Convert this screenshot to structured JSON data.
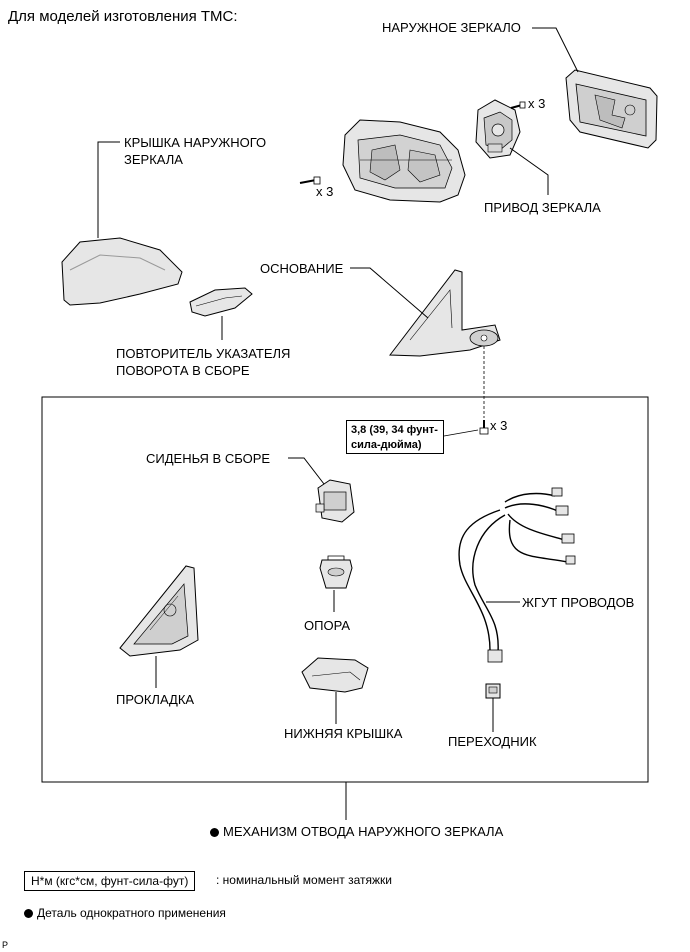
{
  "title": "Для моделей изготовления TMC:",
  "parts": {
    "outer_mirror": "НАРУЖНОЕ ЗЕРКАЛО",
    "mirror_cover_line1": "КРЫШКА НАРУЖНОГО",
    "mirror_cover_line2": "ЗЕРКАЛА",
    "mirror_actuator": "ПРИВОД ЗЕРКАЛА",
    "base": "ОСНОВАНИЕ",
    "turn_repeater_line1": "ПОВТОРИТЕЛЬ УКАЗАТЕЛЯ",
    "turn_repeater_line2": "ПОВОРОТА В СБОРЕ",
    "seat_assembly": "СИДЕНЬЯ В СБОРЕ",
    "support": "ОПОРА",
    "wire_harness": "ЖГУТ ПРОВОДОВ",
    "gasket": "ПРОКЛАДКА",
    "lower_cover": "НИЖНЯЯ КРЫШКА",
    "adapter": "ПЕРЕХОДНИК",
    "retract_mechanism": "МЕХАНИЗМ ОТВОДА НАРУЖНОГО ЗЕРКАЛА"
  },
  "counts": {
    "actuator_screws": "x 3",
    "cover_screws": "x 3",
    "base_bolts": "x 3"
  },
  "torque": {
    "line1": "3,8 (39, 34 фунт-",
    "line2": "сила-дюйма)"
  },
  "legend": {
    "torque_unit": "Н*м (кгс*см, фунт-сила-фут)",
    "torque_desc": ": номинальный момент затяжки",
    "single_use": "Деталь однократного применения"
  },
  "page_mark": "P",
  "colors": {
    "line": "#000000",
    "part_fill": "#e6e6e6",
    "part_shade": "#cfcfcf"
  }
}
